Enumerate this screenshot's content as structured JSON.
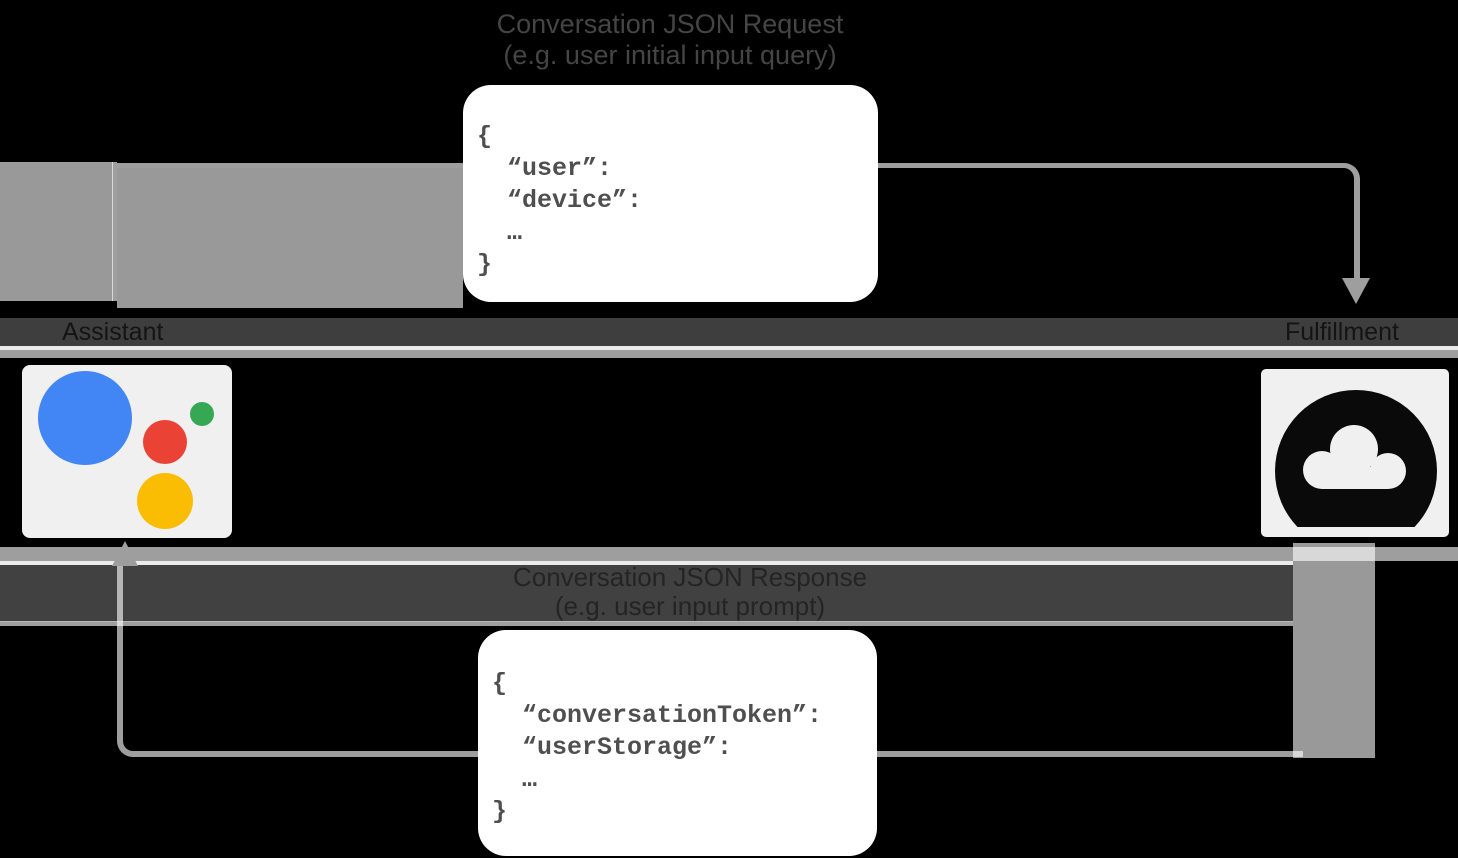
{
  "request_flow": {
    "title_line1": "Conversation JSON Request",
    "title_line2": "(e.g. user initial input query)",
    "json_lines": [
      "{",
      "  “user”:",
      "  “device”:",
      "  …",
      "}"
    ]
  },
  "response_flow": {
    "title_line1": "Conversation JSON Response",
    "title_line2": "(e.g. user input prompt)",
    "json_lines": [
      "{",
      "  “conversationToken”:",
      "  “userStorage”:",
      "  …",
      "}"
    ]
  },
  "actors": {
    "assistant": {
      "label": "Assistant"
    },
    "fulfillment": {
      "label": "Fulfillment"
    }
  },
  "colors": {
    "assistant-blue": "#4285f4",
    "assistant-red": "#ea4335",
    "assistant-green": "#34a853",
    "assistant-yellow": "#fbbc04",
    "tile-bg": "#f0f0f0",
    "card-bg": "#ffffff",
    "json-text": "#4f4f4f",
    "arrow-gray": "#9e9e9e",
    "cloud-icon": "#0a0a0a"
  }
}
